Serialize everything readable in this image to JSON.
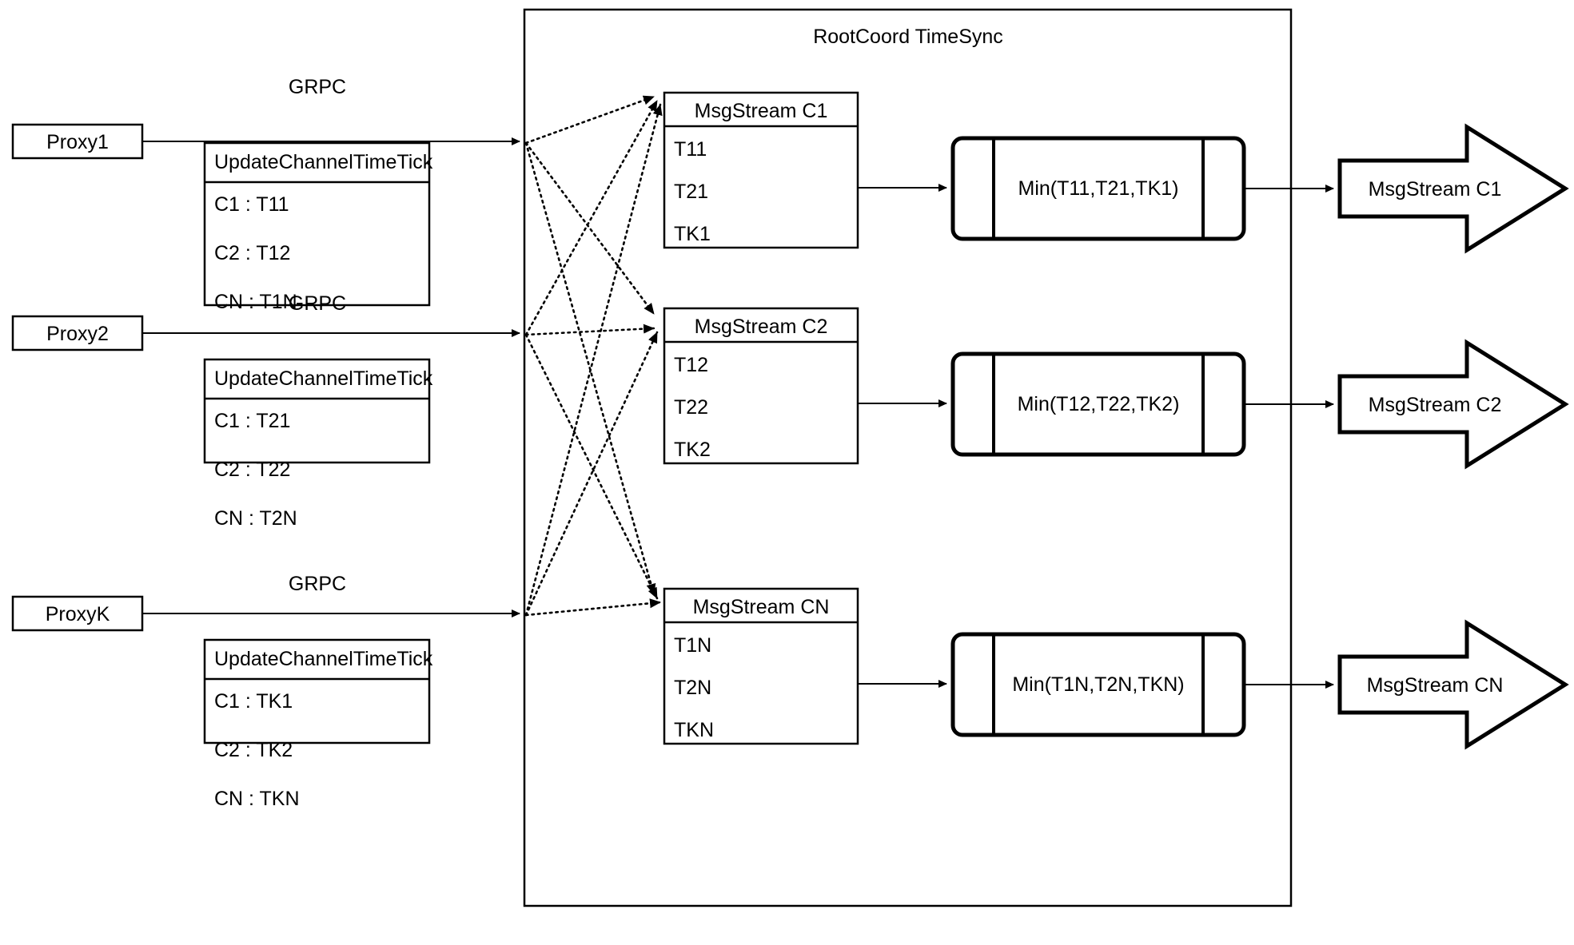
{
  "diagram": {
    "container_title": "RootCoord TimeSync",
    "link_label": "GRPC",
    "rows": [
      {
        "proxy": "Proxy1",
        "grpc_label": "GRPC",
        "rpc_header": "UpdateChannelTimeTick",
        "rpc_entries": [
          "C1 :  T11",
          "C2 :  T12",
          "CN : T1N"
        ],
        "msgstream_header": "MsgStream C1",
        "msgstream_entries": [
          "T11",
          "T21",
          "TK1"
        ],
        "min_label": "Min(T11,T21,TK1)",
        "output_label": "MsgStream C1"
      },
      {
        "proxy": "Proxy2",
        "grpc_label": "GRPC",
        "rpc_header": "UpdateChannelTimeTick",
        "rpc_entries": [
          "C1 :  T21",
          "C2 :  T22",
          "CN : T2N"
        ],
        "msgstream_header": "MsgStream C2",
        "msgstream_entries": [
          "T12",
          "T22",
          "TK2"
        ],
        "min_label": "Min(T12,T22,TK2)",
        "output_label": "MsgStream C2"
      },
      {
        "proxy": "ProxyK",
        "grpc_label": "GRPC",
        "rpc_header": "UpdateChannelTimeTick",
        "rpc_entries": [
          "C1 :  TK1",
          "C2 :  TK2",
          "CN : TKN"
        ],
        "msgstream_header": "MsgStream CN",
        "msgstream_entries": [
          "T1N",
          "T2N",
          "TKN"
        ],
        "min_label": "Min(T1N,T2N,TKN)",
        "output_label": "MsgStream CN"
      }
    ],
    "colors": {
      "stroke": "#000000",
      "fill": "#ffffff",
      "background": "#ffffff"
    }
  }
}
